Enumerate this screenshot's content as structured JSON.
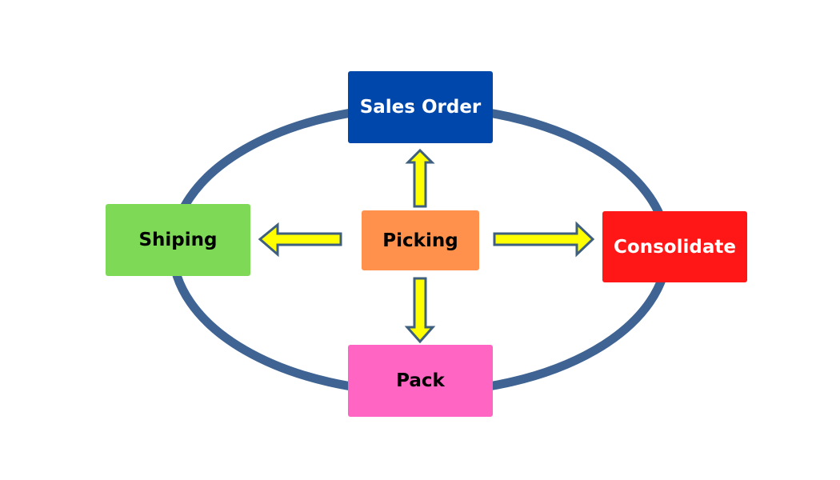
{
  "diagram": {
    "type": "process-cycle",
    "cycle_color": "#3f6493",
    "arrow_fill": "#ffff00",
    "arrow_stroke": "#3f5f7f",
    "nodes": {
      "sales_order": {
        "label": "Sales Order",
        "fill": "#0047ab",
        "text_color": "#ffffff"
      },
      "shipping": {
        "label": "Shiping",
        "fill": "#7ed957",
        "text_color": "#000000"
      },
      "picking": {
        "label": "Picking",
        "fill": "#ff914d",
        "text_color": "#000000"
      },
      "consolidate": {
        "label": "Consolidate",
        "fill": "#ff1616",
        "text_color": "#ffffff"
      },
      "pack": {
        "label": "Pack",
        "fill": "#ff66c4",
        "text_color": "#000000"
      }
    },
    "edges": [
      {
        "from": "Picking",
        "to": "Sales Order",
        "direction": "up"
      },
      {
        "from": "Picking",
        "to": "Shiping",
        "direction": "left"
      },
      {
        "from": "Picking",
        "to": "Consolidate",
        "direction": "right"
      },
      {
        "from": "Picking",
        "to": "Pack",
        "direction": "down"
      }
    ]
  }
}
